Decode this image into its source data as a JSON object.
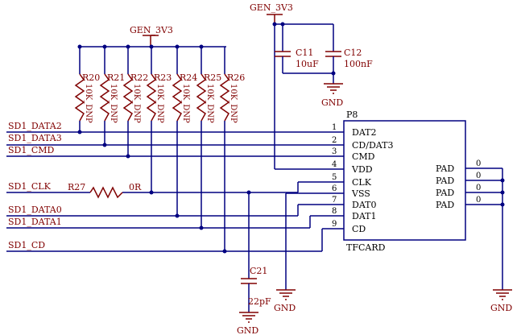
{
  "power": {
    "gen_top": "GEN_3V3",
    "gen_left": "GEN_3V3"
  },
  "resistors": [
    {
      "ref": "R20",
      "val": "10K_DNP"
    },
    {
      "ref": "R21",
      "val": "10K_DNP"
    },
    {
      "ref": "R22",
      "val": "10K_DNP"
    },
    {
      "ref": "R23",
      "val": "10K_DNP"
    },
    {
      "ref": "R24",
      "val": "10K_DNP"
    },
    {
      "ref": "R25",
      "val": "10K_DNP"
    },
    {
      "ref": "R26",
      "val": "10K_DNP"
    }
  ],
  "caps": {
    "c11": {
      "ref": "C11",
      "val": "10uF"
    },
    "c12": {
      "ref": "C12",
      "val": "100nF"
    },
    "c21": {
      "ref": "C21",
      "val": "22pF"
    }
  },
  "r27": {
    "ref": "R27",
    "val": "0R"
  },
  "nets": {
    "data2": "SD1_DATA2",
    "data3": "SD1_DATA3",
    "cmd": "SD1_CMD",
    "clk": "SD1_CLK",
    "data0": "SD1_DATA0",
    "data1": "SD1_DATA1",
    "cd": "SD1_CD"
  },
  "gnd_label": "GND",
  "connector": {
    "ref": "P8",
    "part": "TFCARD",
    "pins": [
      {
        "num": "1",
        "name": "DAT2"
      },
      {
        "num": "2",
        "name": "CD/DAT3"
      },
      {
        "num": "3",
        "name": "CMD"
      },
      {
        "num": "4",
        "name": "VDD"
      },
      {
        "num": "5",
        "name": "CLK"
      },
      {
        "num": "6",
        "name": "VSS"
      },
      {
        "num": "7",
        "name": "DAT0"
      },
      {
        "num": "8",
        "name": "DAT1"
      },
      {
        "num": "9",
        "name": "CD"
      }
    ],
    "pads": [
      {
        "num": "0",
        "name": "PAD"
      },
      {
        "num": "0",
        "name": "PAD"
      },
      {
        "num": "0",
        "name": "PAD"
      },
      {
        "num": "0",
        "name": "PAD"
      }
    ]
  }
}
